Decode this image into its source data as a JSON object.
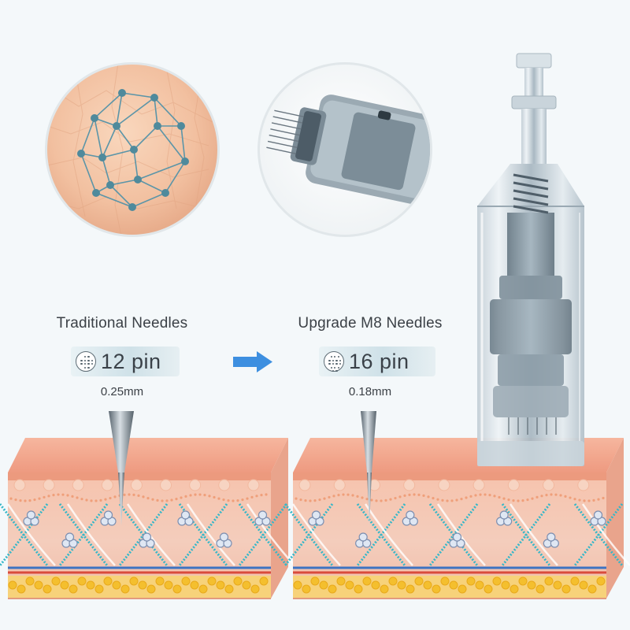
{
  "left": {
    "title": "Traditional Needles",
    "pin_label": "12 pin",
    "needle_size": "0.25mm"
  },
  "right": {
    "title": "Upgrade M8 Needles",
    "pin_label": "16 pin",
    "needle_size": "0.18mm"
  },
  "icons": {
    "skin_network": "skin-node-network-icon",
    "cartridge": "needle-cartridge-icon",
    "arrow": "right-arrow-icon",
    "pin_dots": "pin-dots-icon"
  },
  "colors": {
    "background": "#f4f8fa",
    "arrow": "#3d8fe0",
    "skin_top": "#f0a58d",
    "collagen": "#2fb6c9",
    "fat": "#f4c330",
    "cartridge": "#7c8c98"
  }
}
